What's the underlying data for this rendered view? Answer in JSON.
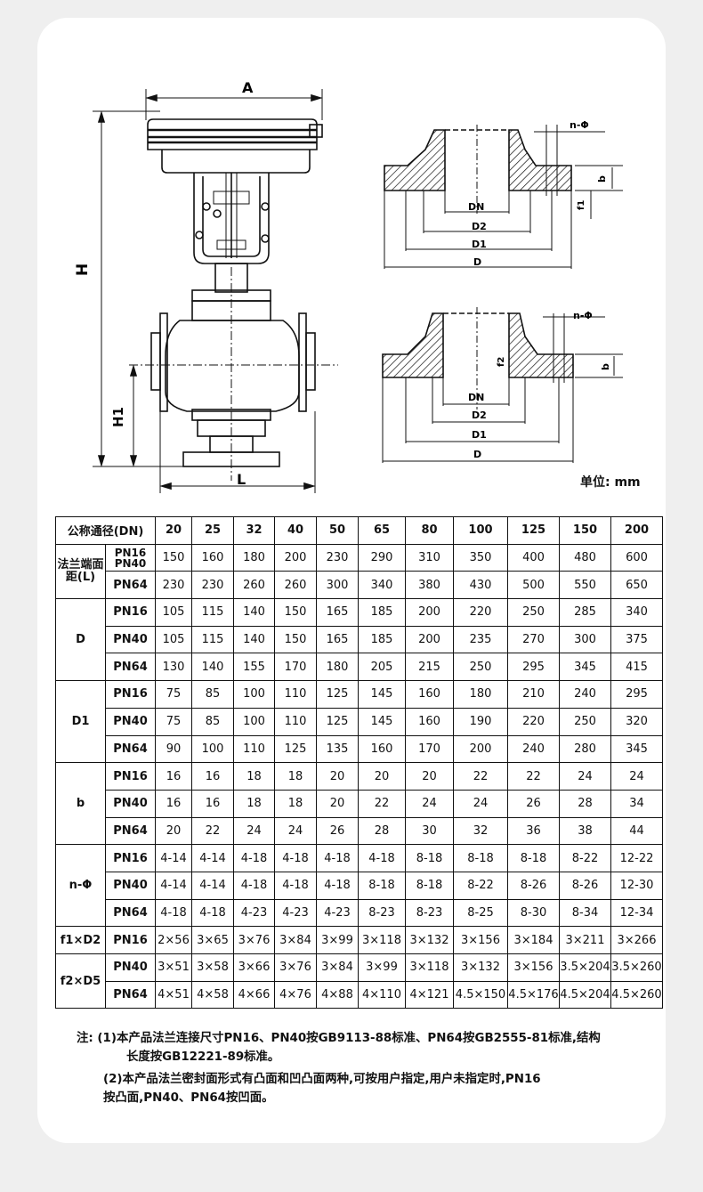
{
  "drawing": {
    "dim_a": "A",
    "dim_h": "H",
    "dim_h1": "H1",
    "dim_l": "L",
    "flange1": {
      "n_phi": "n-Φ",
      "b": "b",
      "f": "f1",
      "dn": "DN",
      "d2": "D2",
      "d1": "D1",
      "d": "D"
    },
    "flange2": {
      "n_phi": "n-Φ",
      "b": "b",
      "f": "f2",
      "dn": "DN",
      "d2": "D2",
      "d1": "D1",
      "d": "D"
    }
  },
  "unit_label": "单位: mm",
  "table": {
    "header_label": "公称通径(DN)",
    "dn": [
      "20",
      "25",
      "32",
      "40",
      "50",
      "65",
      "80",
      "100",
      "125",
      "150",
      "200"
    ],
    "groups": [
      {
        "label": "法兰端面距(L)",
        "rows": [
          {
            "sub": "PN16 PN40",
            "values": [
              "150",
              "160",
              "180",
              "200",
              "230",
              "290",
              "310",
              "350",
              "400",
              "480",
              "600"
            ]
          },
          {
            "sub": "PN64",
            "values": [
              "230",
              "230",
              "260",
              "260",
              "300",
              "340",
              "380",
              "430",
              "500",
              "550",
              "650"
            ]
          }
        ]
      },
      {
        "label": "D",
        "rows": [
          {
            "sub": "PN16",
            "values": [
              "105",
              "115",
              "140",
              "150",
              "165",
              "185",
              "200",
              "220",
              "250",
              "285",
              "340"
            ]
          },
          {
            "sub": "PN40",
            "values": [
              "105",
              "115",
              "140",
              "150",
              "165",
              "185",
              "200",
              "235",
              "270",
              "300",
              "375"
            ]
          },
          {
            "sub": "PN64",
            "values": [
              "130",
              "140",
              "155",
              "170",
              "180",
              "205",
              "215",
              "250",
              "295",
              "345",
              "415"
            ]
          }
        ]
      },
      {
        "label": "D1",
        "rows": [
          {
            "sub": "PN16",
            "values": [
              "75",
              "85",
              "100",
              "110",
              "125",
              "145",
              "160",
              "180",
              "210",
              "240",
              "295"
            ]
          },
          {
            "sub": "PN40",
            "values": [
              "75",
              "85",
              "100",
              "110",
              "125",
              "145",
              "160",
              "190",
              "220",
              "250",
              "320"
            ]
          },
          {
            "sub": "PN64",
            "values": [
              "90",
              "100",
              "110",
              "125",
              "135",
              "160",
              "170",
              "200",
              "240",
              "280",
              "345"
            ]
          }
        ]
      },
      {
        "label": "b",
        "rows": [
          {
            "sub": "PN16",
            "values": [
              "16",
              "16",
              "18",
              "18",
              "20",
              "20",
              "20",
              "22",
              "22",
              "24",
              "24"
            ]
          },
          {
            "sub": "PN40",
            "values": [
              "16",
              "16",
              "18",
              "18",
              "20",
              "22",
              "24",
              "24",
              "26",
              "28",
              "34"
            ]
          },
          {
            "sub": "PN64",
            "values": [
              "20",
              "22",
              "24",
              "24",
              "26",
              "28",
              "30",
              "32",
              "36",
              "38",
              "44"
            ]
          }
        ]
      },
      {
        "label": "n-Φ",
        "rows": [
          {
            "sub": "PN16",
            "values": [
              "4-14",
              "4-14",
              "4-18",
              "4-18",
              "4-18",
              "4-18",
              "8-18",
              "8-18",
              "8-18",
              "8-22",
              "12-22"
            ]
          },
          {
            "sub": "PN40",
            "values": [
              "4-14",
              "4-14",
              "4-18",
              "4-18",
              "4-18",
              "8-18",
              "8-18",
              "8-22",
              "8-26",
              "8-26",
              "12-30"
            ]
          },
          {
            "sub": "PN64",
            "values": [
              "4-18",
              "4-18",
              "4-23",
              "4-23",
              "4-23",
              "8-23",
              "8-23",
              "8-25",
              "8-30",
              "8-34",
              "12-34"
            ]
          }
        ]
      },
      {
        "label": "f1×D2",
        "rows": [
          {
            "sub": "PN16",
            "values": [
              "2×56",
              "3×65",
              "3×76",
              "3×84",
              "3×99",
              "3×118",
              "3×132",
              "3×156",
              "3×184",
              "3×211",
              "3×266"
            ]
          }
        ]
      },
      {
        "label": "f2×D5",
        "rows": [
          {
            "sub": "PN40",
            "values": [
              "3×51",
              "3×58",
              "3×66",
              "3×76",
              "3×84",
              "3×99",
              "3×118",
              "3×132",
              "3×156",
              "3.5×204",
              "3.5×260"
            ]
          },
          {
            "sub": "PN64",
            "values": [
              "4×51",
              "4×58",
              "4×66",
              "4×76",
              "4×88",
              "4×110",
              "4×121",
              "4.5×150",
              "4.5×176",
              "4.5×204",
              "4.5×260"
            ]
          }
        ]
      }
    ]
  },
  "notes": {
    "n1_a": "注: (1)本产品法兰连接尺寸PN16、PN40按GB9113-88标准、PN64按GB2555-81标准,结构",
    "n1_b": "长度按GB12221-89标准。",
    "n2_a": "(2)本产品法兰密封面形式有凸面和凹凸面两种,可按用户指定,用户未指定时,PN16",
    "n2_b": "按凸面,PN40、PN64按凹面。"
  }
}
